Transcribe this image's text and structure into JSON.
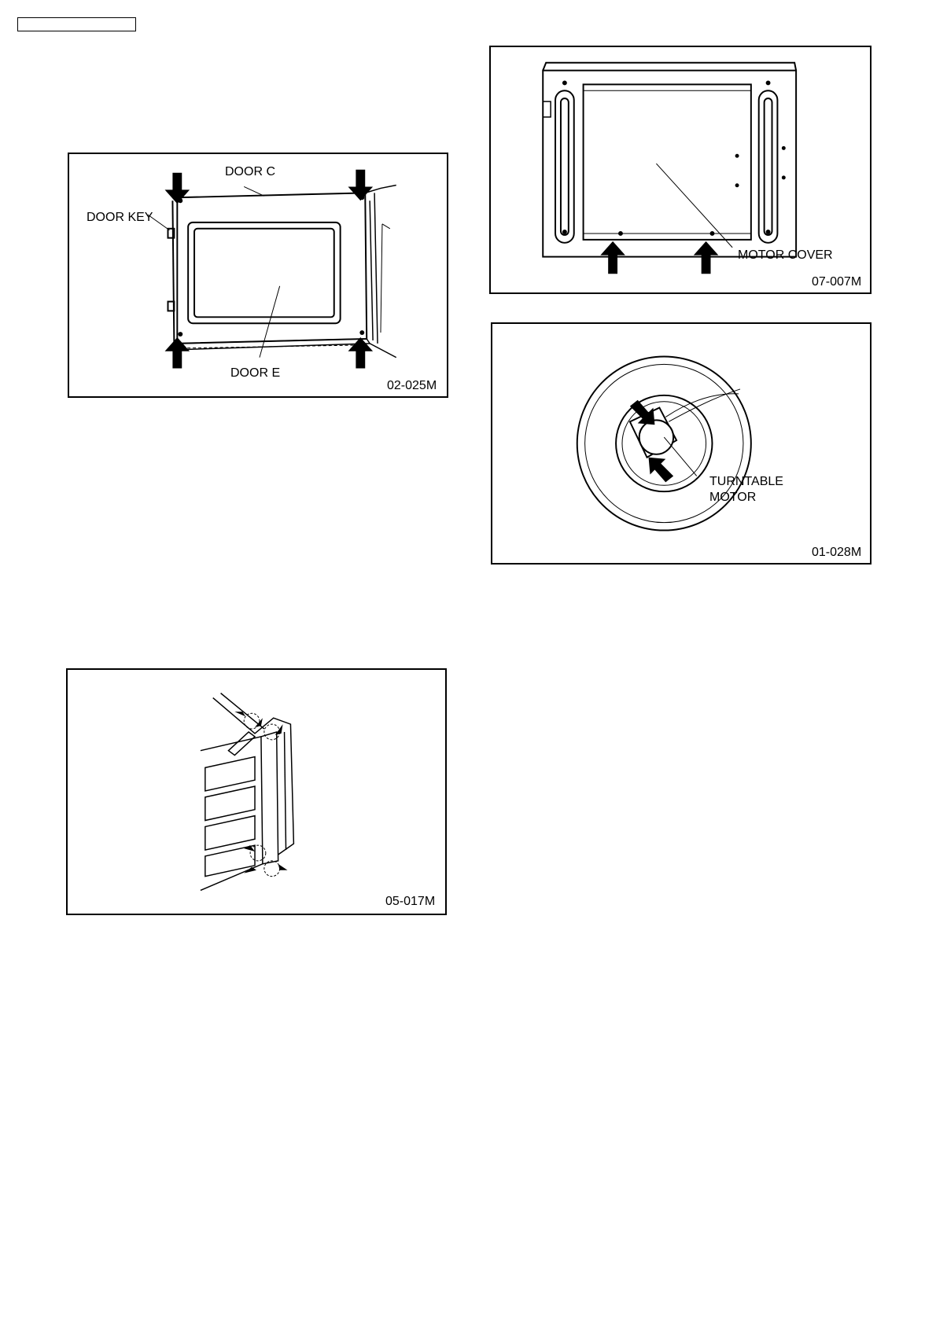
{
  "figures": {
    "door": {
      "code": "02-025M",
      "labels": {
        "door_c": "DOOR C",
        "door_key": "DOOR KEY",
        "door_e": "DOOR E"
      }
    },
    "base": {
      "code": "07-007M",
      "labels": {
        "motor_cover": "MOTOR COVER"
      }
    },
    "turntable": {
      "code": "01-028M",
      "labels": {
        "turntable_motor_line1": "TURNTABLE",
        "turntable_motor_line2": "MOTOR"
      }
    },
    "cavity": {
      "code": "05-017M"
    }
  }
}
